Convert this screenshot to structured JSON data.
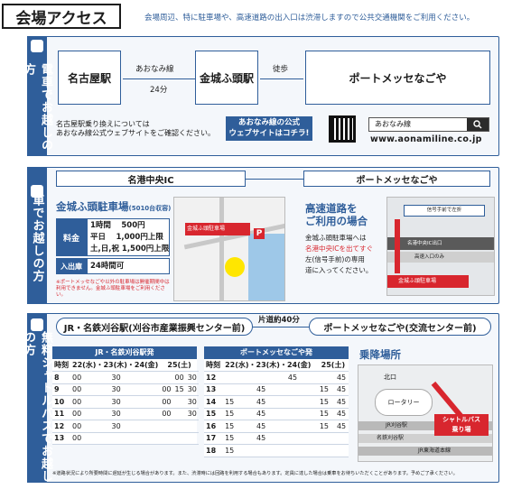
{
  "header": {
    "title": "会場アクセス",
    "note": "会場周辺、特に駐車場や、高速道路の出入口は渋滞しますので公共交通機関をご利用ください。"
  },
  "train": {
    "side_label": "電車でお越しの方",
    "station_from": "名古屋駅",
    "line": "あおなみ線",
    "minutes": "24分",
    "station_mid": "金城ふ頭駅",
    "walk": "徒歩",
    "venue": "ポートメッセなごや",
    "info": "名古屋駅乗り換えについては\nあおなみ線公式ウェブサイトをご確認ください。",
    "site_button": "あおなみ線の公式\nウェブサイトはコチラ!",
    "search_value": "あおなみ線",
    "url": "www.aonamiline.co.jp"
  },
  "car": {
    "side_label": "車でお越しの方",
    "ic_label": "名港中央IC",
    "venue": "ポートメッセなごや",
    "parking_title": "金城ふ頭駐車場",
    "parking_capacity": "(5010台収容)",
    "fee_label": "料金",
    "fees": [
      "1時間　 500円",
      "平日　 1,000円上限",
      "土,日,祝 1,500円上限"
    ],
    "hours_label": "入出庫",
    "hours": "24時間可",
    "parking_note": "※ポートメッセなごや以外の駐車場は開催期間中は利用できません。金城ふ頭駐車場をご利用ください。",
    "map_parking_label": "金城ふ頭駐車場",
    "hw_title": "高速道路を\nご利用の場合",
    "hw_text1": "金城ふ頭駐車場へは",
    "hw_text2": "名港中央ICを出てすぐ",
    "hw_text3": "左(信号手前)の専用",
    "hw_text4": "道に入ってください。",
    "map2_signal": "信号手前で左折",
    "map2_ic": "名港中央IC出口",
    "map2_road": "高速入口のみ",
    "map2_parking": "金城ふ頭駐車場"
  },
  "bus": {
    "side_label": "無料シャトルバスでお越しの方",
    "stop_from": "JR・名鉄刈谷駅(刈谷市産業振興センター前)",
    "duration": "片道約40分",
    "stop_to": "ポートメッセなごや(交流センター前)",
    "table1": {
      "title": "JR・名鉄刈谷駅発",
      "col_time": "時刻",
      "col_days": "22(水)・23(木)・24(金)",
      "col_sat": "25(土)",
      "rows": [
        [
          "8",
          "00",
          "30",
          "",
          "",
          "00",
          "30"
        ],
        [
          "9",
          "00",
          "30",
          "",
          "00",
          "15",
          "30"
        ],
        [
          "10",
          "00",
          "30",
          "",
          "00",
          "",
          "30"
        ],
        [
          "11",
          "00",
          "30",
          "",
          "00",
          "",
          "30"
        ],
        [
          "12",
          "00",
          "30",
          "",
          "",
          "",
          ""
        ],
        [
          "13",
          "00",
          "",
          "",
          "",
          "",
          ""
        ]
      ]
    },
    "table2": {
      "title": "ポートメッセなごや発",
      "col_time": "時刻",
      "col_days": "22(水)・23(木)・24(金)",
      "col_sat": "25(土)",
      "rows": [
        [
          "12",
          "",
          "",
          "45",
          "",
          "",
          "45"
        ],
        [
          "13",
          "",
          "45",
          "",
          "15",
          "",
          "45"
        ],
        [
          "14",
          "15",
          "45",
          "",
          "15",
          "",
          "45"
        ],
        [
          "15",
          "15",
          "45",
          "",
          "15",
          "",
          "45"
        ],
        [
          "16",
          "15",
          "45",
          "",
          "15",
          "",
          "45"
        ],
        [
          "17",
          "15",
          "45",
          "",
          "",
          "",
          ""
        ],
        [
          "18",
          "15",
          "",
          "",
          "",
          "",
          ""
        ]
      ]
    },
    "boarding_title": "乗降場所",
    "map_north": "北口",
    "map_rotary": "ロータリー",
    "map_station": "JR刈谷駅",
    "map_meitetsu": "名鉄刈谷駅",
    "map_jr_line": "JR東海道本線",
    "shuttle_label": "シャトルバス\n乗り場",
    "footnote": "※道路状況により所要時間に遅延が生じる場合があります。また、渋滞時には回路を利用する場合もあります。定員に達した場合は乗車をお待ちいただくことがあります。予めご了承ください。"
  },
  "colors": {
    "accent": "#2f5e9a",
    "red": "#d8262e",
    "yellow": "#ffe600"
  }
}
